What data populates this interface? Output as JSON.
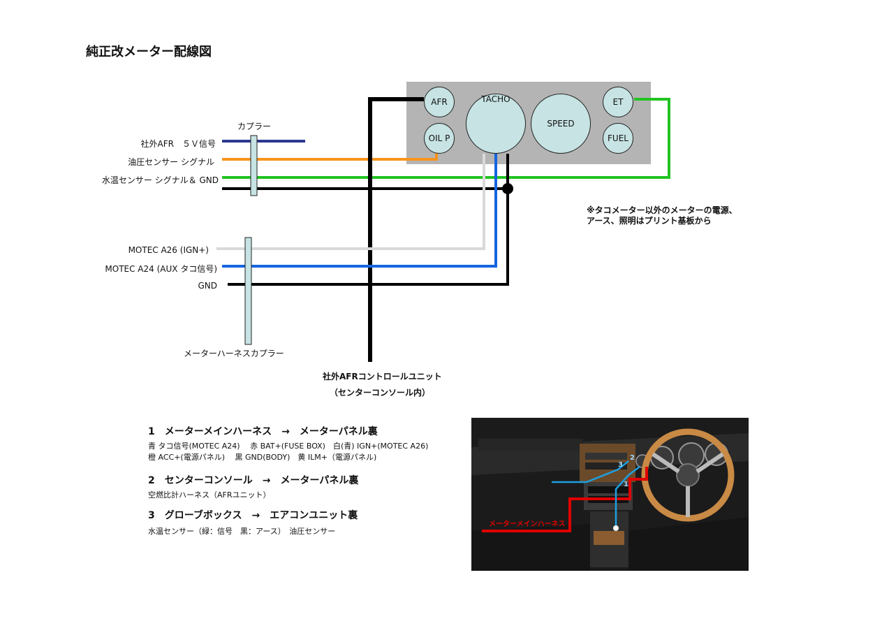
{
  "title": "純正改メーター配線図",
  "gauges": {
    "afr": "AFR",
    "oil": "OIL P",
    "tacho": "TACHO",
    "speed": "SPEED",
    "et": "ET",
    "fuel": "FUEL"
  },
  "coupler_label": "カプラー",
  "wires_upper": [
    "社外AFR　５Ｖ信号",
    "油圧センサー シグナル",
    "水温センサー シグナル＆ GND"
  ],
  "wires_lower": [
    "MOTEC A26 (IGN+)",
    "MOTEC A24 (AUX タコ信号)",
    "GND"
  ],
  "harness_coupler_label": "メーターハーネスカプラー",
  "afr_unit_label_1": "社外AFRコントロールユニット",
  "afr_unit_label_2": "（センターコンソール内）",
  "note_1": "※タコメーター以外のメーターの電源、",
  "note_2": "アース、照明はプリント基板から",
  "sections": [
    {
      "heading": "1　メーターメインハーネス　→　メーターパネル裏",
      "lines": [
        "青 タコ信号(MOTEC A24)　 赤 BAT+(FUSE BOX)　白(青) IGN+(MOTEC A26)",
        "橙 ACC+(電源パネル)　 黒 GND(BODY)　黄 ILM+（電源パネル)"
      ]
    },
    {
      "heading": "2　センターコンソール　→　メーターパネル裏",
      "lines": [
        "空燃比計ハーネス（AFRユニット）"
      ]
    },
    {
      "heading": "3　グローブボックス　→　エアコンユニット裏",
      "lines": [
        "水温センサー（緑：信号　黒：アース）　油圧センサー"
      ]
    }
  ],
  "photo_labels": {
    "harness": "メーターメインハーネス",
    "n1": "1",
    "n2": "2",
    "n3": "3"
  },
  "colors": {
    "panel": "#b4b4b4",
    "gauge_fill": "#c7e3e3",
    "navy": "#2b3990",
    "orange": "#f7941d",
    "green": "#22c322",
    "black": "#000000",
    "white_wire": "#d9d9d9",
    "blue": "#1565e0",
    "red_photo": "#e00000"
  }
}
